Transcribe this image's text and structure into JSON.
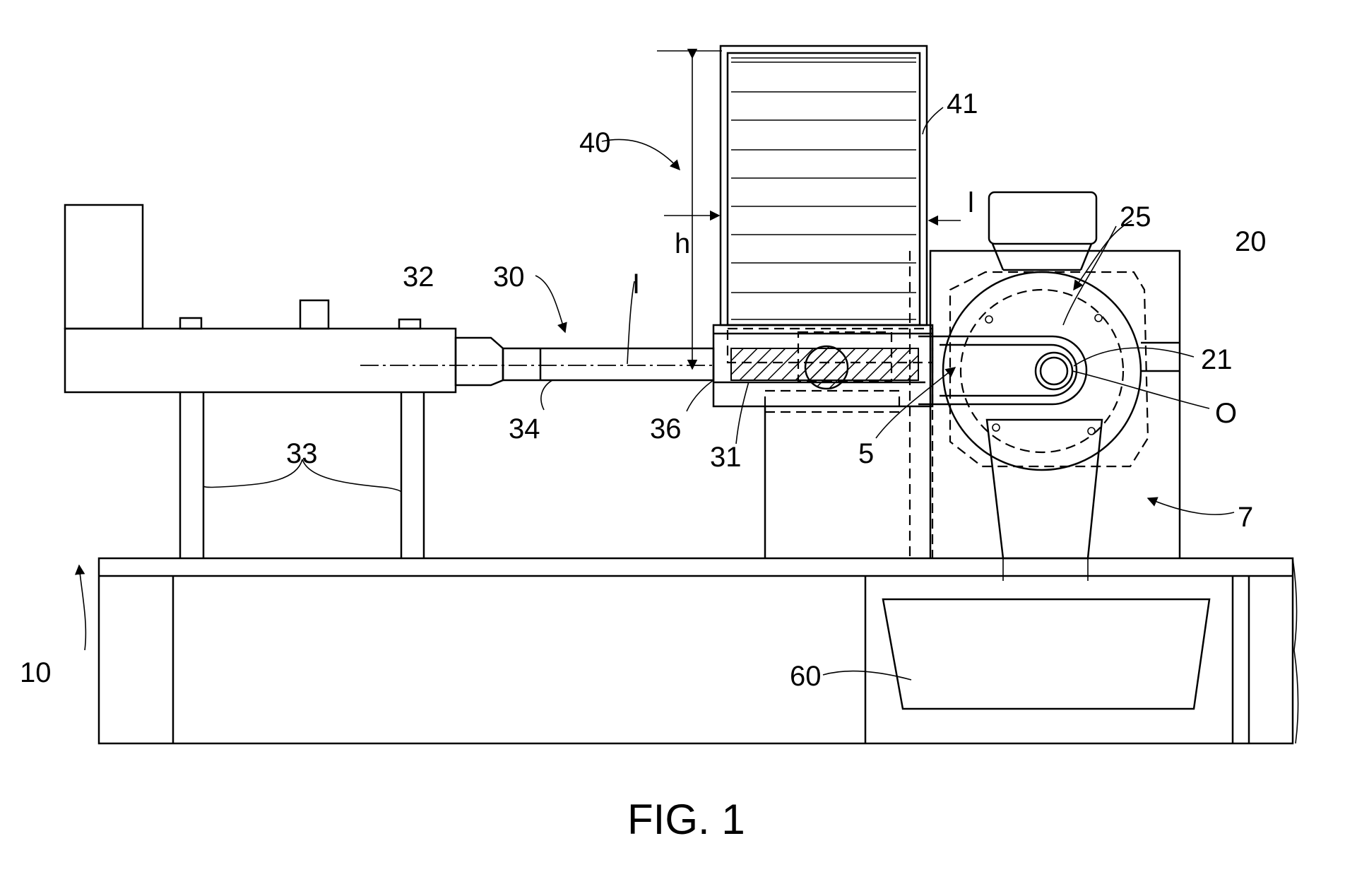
{
  "labels": {
    "l10": "10",
    "l20": "20",
    "l21": "21",
    "l25": "25",
    "l30": "30",
    "l31": "31",
    "l32": "32",
    "l33": "33",
    "l34": "34",
    "l36": "36",
    "l40": "40",
    "l41": "41",
    "l5": "5",
    "l7": "7",
    "l60": "60",
    "lO": "O",
    "lI": "I",
    "lh": "h",
    "ll": "l"
  },
  "caption": "FIG. 1"
}
